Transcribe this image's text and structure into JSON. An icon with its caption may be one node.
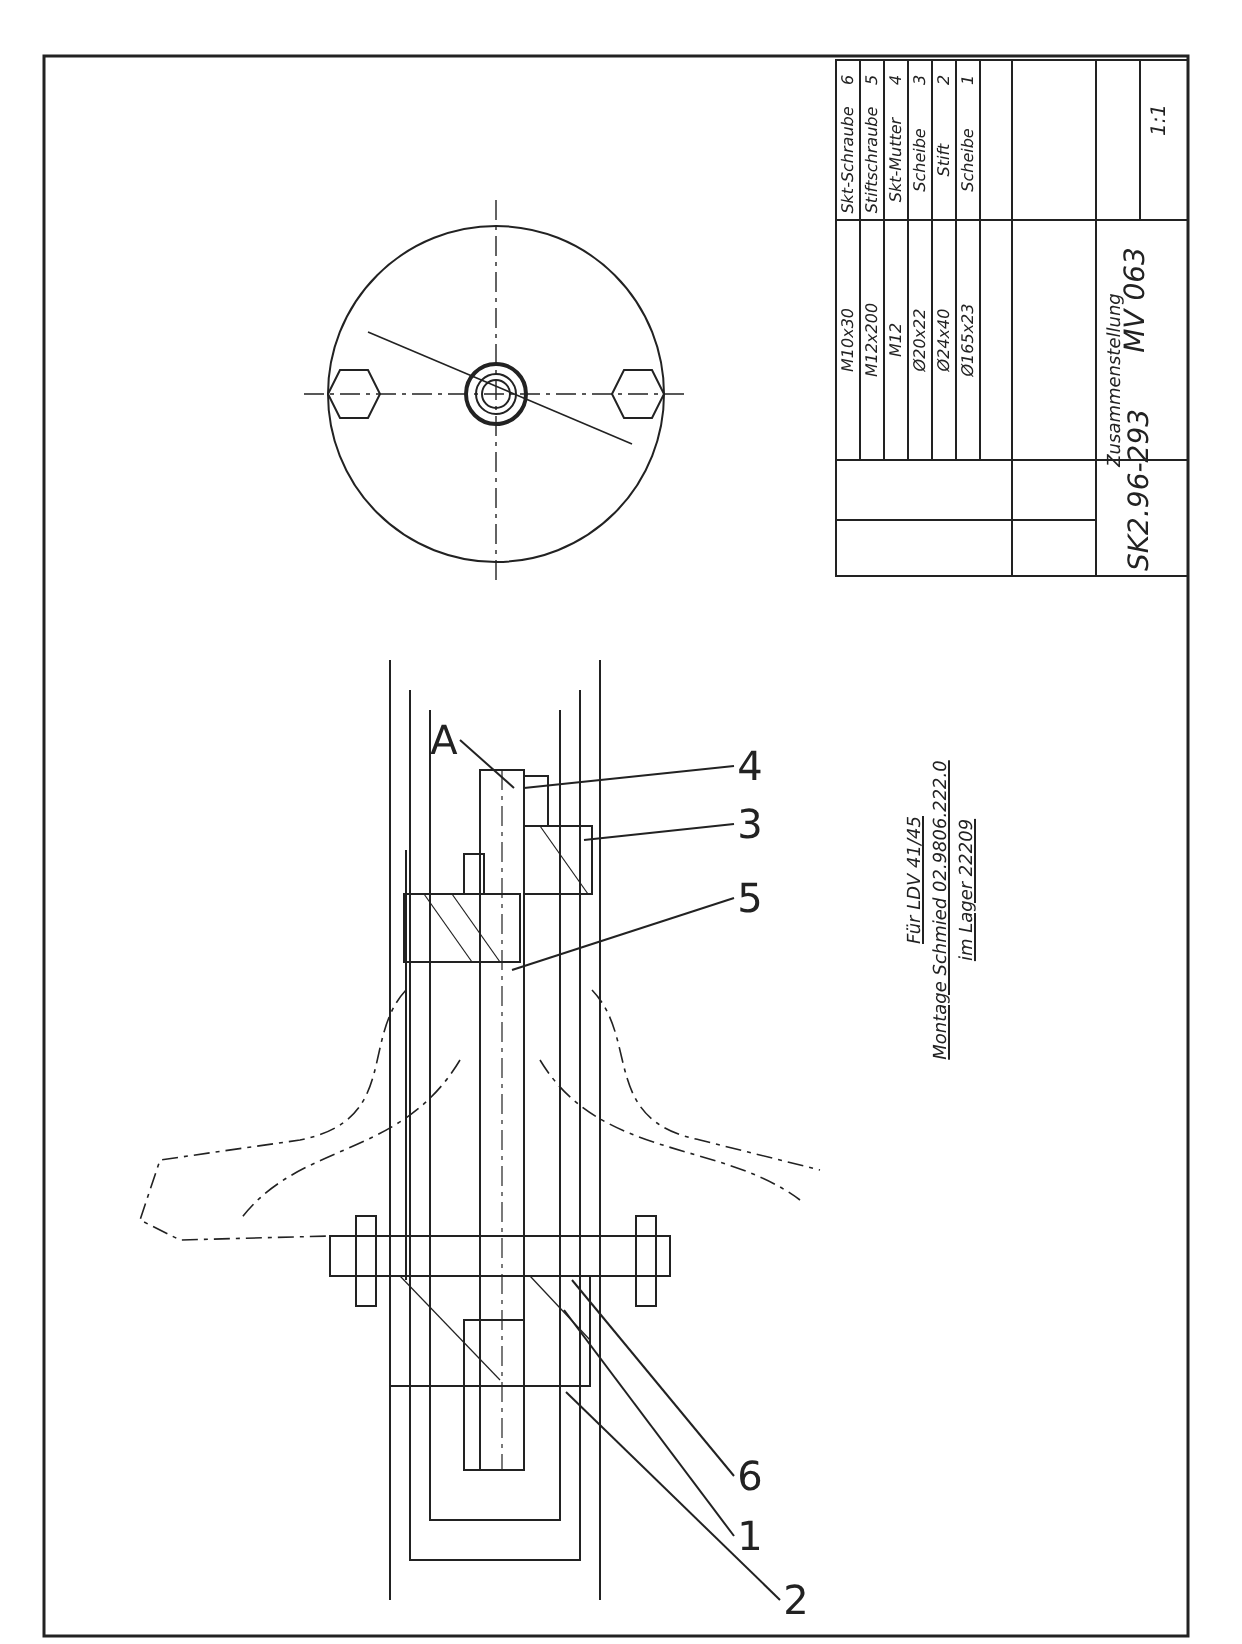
{
  "diagram": {
    "nodes": [
      {
        "text": [
          "4"
        ]
      },
      {
        "text": [
          "3"
        ]
      },
      {
        "text": [
          "5"
        ]
      },
      {
        "text": [
          "6"
        ]
      },
      {
        "text": [
          "1"
        ]
      },
      {
        "text": [
          "2"
        ]
      },
      {
        "text": [
          "A"
        ]
      }
    ],
    "edges": [
      {
        "from": 0,
        "to": null,
        "arrow": "none"
      },
      {
        "from": 1,
        "to": null,
        "arrow": "none"
      },
      {
        "from": 2,
        "to": null,
        "arrow": "none"
      },
      {
        "from": 3,
        "to": null,
        "arrow": "none"
      },
      {
        "from": 4,
        "to": null,
        "arrow": "none"
      },
      {
        "from": 5,
        "to": null,
        "arrow": "none"
      },
      {
        "from": 6,
        "to": null,
        "arrow": "none"
      }
    ],
    "labels": [
      "6",
      "5",
      "4",
      "3",
      "2",
      "1",
      "Skt-Schraube",
      "Stiftschraube",
      "Skt-Mutter",
      "Scheibe",
      "Stift",
      "Scheibe",
      "M10x30",
      "M12x200",
      "M12",
      "Ø20x22",
      "Ø24x40",
      "Ø165x23",
      "Zusammenstellung",
      "1:1",
      "MV 063",
      "SK2.96-293",
      "Für LDV 41/45",
      "Montage Schmied 02.9806.222.0",
      "im Lager 22209"
    ]
  }
}
